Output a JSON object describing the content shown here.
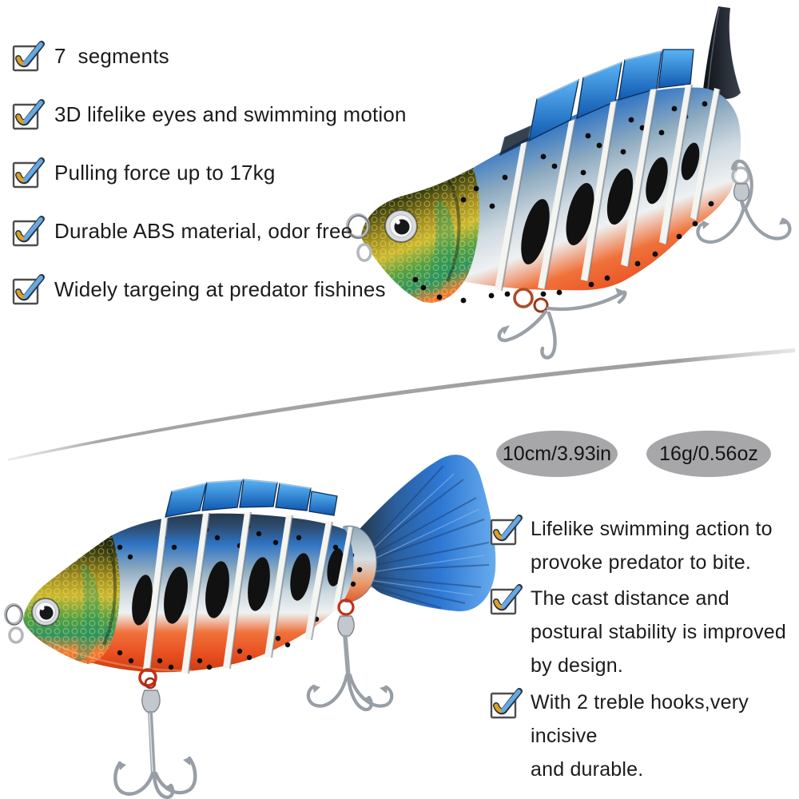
{
  "features_left": {
    "items": [
      {
        "label": "7  segments"
      },
      {
        "label": "3D lifelike eyes and swimming motion"
      },
      {
        "label": "Pulling force up to 17kg"
      },
      {
        "label": "Durable ABS material, odor free"
      },
      {
        "label": "Widely targeing at predator fishines"
      }
    ]
  },
  "badges": {
    "size": "10cm/3.93in",
    "weight": "16g/0.56oz"
  },
  "features_right": {
    "items": [
      {
        "lines": [
          "Lifelike swimming action to",
          "provoke predator to bite."
        ]
      },
      {
        "lines": [
          "The cast distance and",
          "postural stability is improved",
          "by design."
        ]
      },
      {
        "lines": [
          "With 2 treble hooks,very incisive",
          "and durable."
        ]
      }
    ]
  },
  "icons": {
    "checkbox": "checkbox-checked",
    "top_image": "jointed swimbait lure, angled view with two treble hooks",
    "bottom_image": "jointed swimbait lure, side view with blue tail fin"
  },
  "colors": {
    "text": "#1b1b1b",
    "badge_bg": "#a7a7aa",
    "check_gold": "#e0a020",
    "check_blue": "#68a8e0",
    "lure_blue": "#2f74c4",
    "lure_orange": "#ee5a24",
    "divider_gray": "#a0a0a0"
  }
}
